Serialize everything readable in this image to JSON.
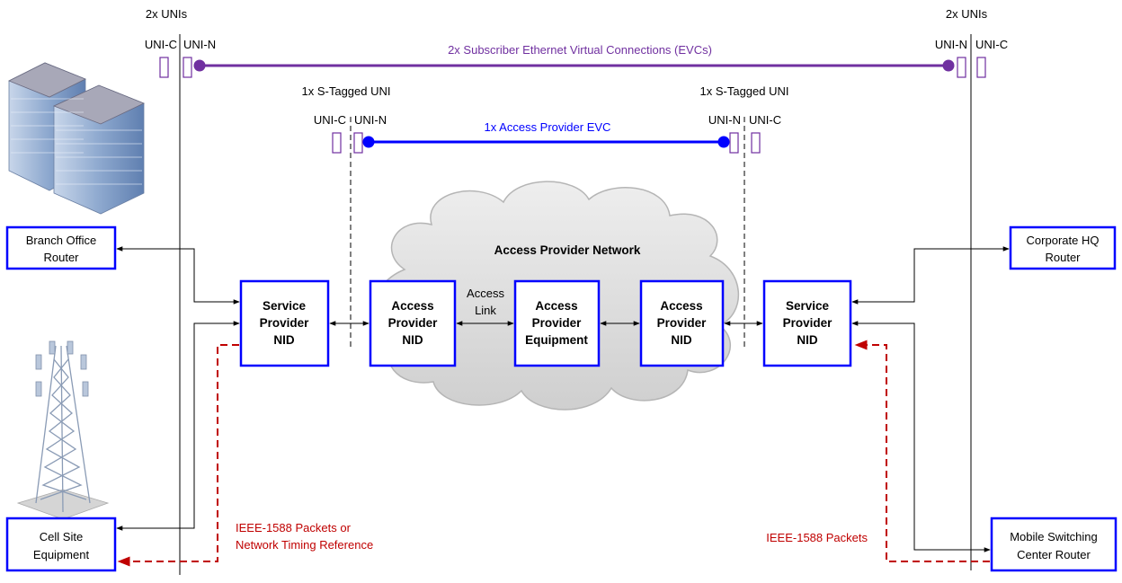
{
  "uni_labels": {
    "left_top": "2x UNIs",
    "right_top": "2x UNIs",
    "uni_c": "UNI-C",
    "uni_n": "UNI-N",
    "s_tagged_left": "1x S-Tagged UNI",
    "s_tagged_right": "1x S-Tagged UNI"
  },
  "evc": {
    "subscriber": "2x Subscriber Ethernet Virtual Connections (EVCs)",
    "access_provider": "1x Access Provider EVC"
  },
  "cloud": {
    "title": "Access Provider Network",
    "access_link_line1": "Access",
    "access_link_line2": "Link"
  },
  "boxes": {
    "sp_nid_left": [
      "Service",
      "Provider",
      "NID"
    ],
    "ap_nid_left": [
      "Access",
      "Provider",
      "NID"
    ],
    "ap_equipment": [
      "Access",
      "Provider",
      "Equipment"
    ],
    "ap_nid_right": [
      "Access",
      "Provider",
      "NID"
    ],
    "sp_nid_right": [
      "Service",
      "Provider",
      "NID"
    ],
    "branch_office": [
      "Branch Office",
      "Router"
    ],
    "corporate_hq": [
      "Corporate HQ",
      "Router"
    ],
    "cell_site": [
      "Cell Site",
      "Equipment"
    ],
    "msc_router": [
      "Mobile Switching",
      "Center Router"
    ]
  },
  "timing": {
    "left_line1": "IEEE-1588 Packets or",
    "left_line2": "Network Timing Reference",
    "right": "IEEE-1588 Packets"
  },
  "colors": {
    "box_border": "#0000ff",
    "subscriber_evc": "#7030a0",
    "access_evc": "#0000ff",
    "timing": "#c00000",
    "uni_marker": "#7030a0",
    "cloud_fill": "#dcdcdc"
  }
}
